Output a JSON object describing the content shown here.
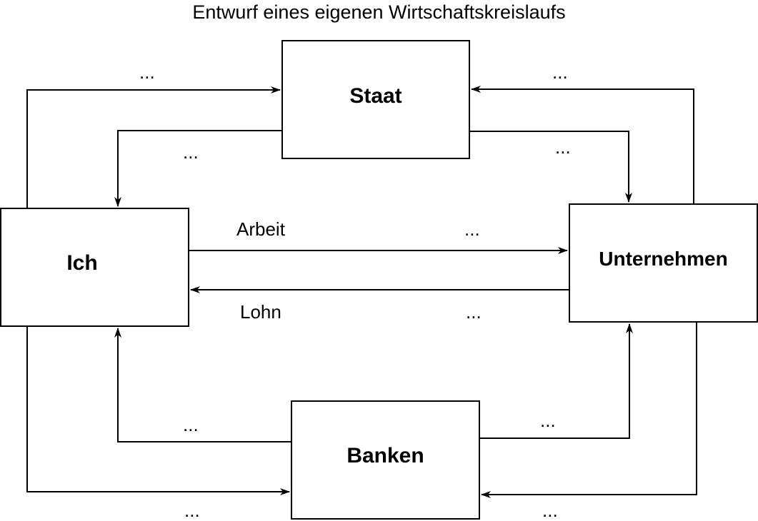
{
  "title": "Entwurf eines eigenen Wirtschaftskreislaufs",
  "nodes": {
    "staat": "Staat",
    "ich": "Ich",
    "unternehmen": "Unternehmen",
    "banken": "Banken"
  },
  "flows": {
    "ich_to_staat": "...",
    "staat_to_ich": "...",
    "unternehmen_to_staat": "...",
    "staat_to_unternehmen": "...",
    "ich_to_unternehmen_label": "Arbeit",
    "ich_to_unternehmen_value": "...",
    "unternehmen_to_ich_label": "Lohn",
    "unternehmen_to_ich_value": "...",
    "banken_to_ich": "...",
    "ich_to_banken": "...",
    "banken_to_unternehmen": "...",
    "unternehmen_to_banken": "..."
  }
}
